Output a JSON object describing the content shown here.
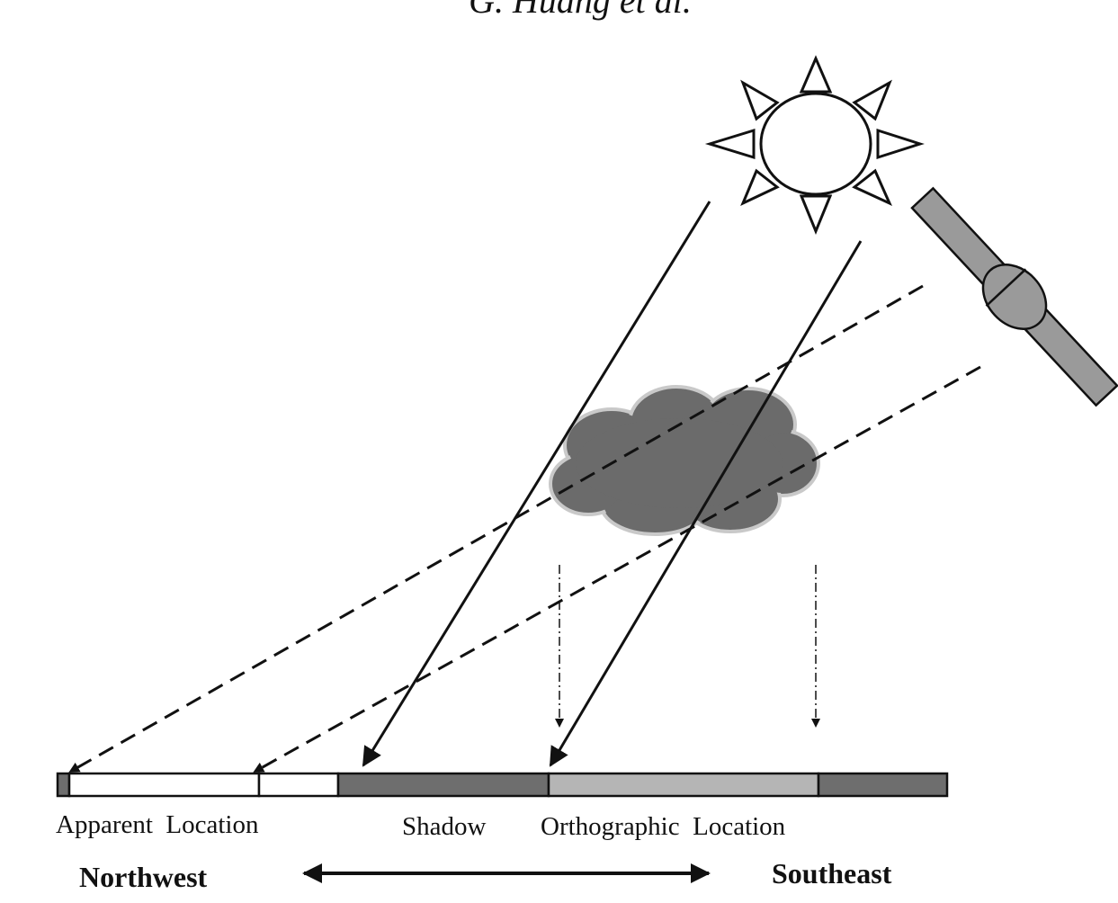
{
  "header": {
    "text": "G. Huang et al."
  },
  "ground_labels": {
    "apparent_location": "Apparent  Location",
    "shadow": "Shadow",
    "orthographic_location": "Orthographic  Location"
  },
  "directions": {
    "west": "Northwest",
    "east": "Southeast"
  },
  "colors": {
    "ink": "#111111",
    "cloud": "#6b6b6b",
    "cloud_edge": "#c9c9c9",
    "shadow_strip": "#6e6e6e",
    "orthographic_strip": "#b5b5b5",
    "satellite": "#9a9a9a",
    "apparent_strip": "#ffffff"
  },
  "icons": {
    "sun": "sun-icon",
    "satellite": "satellite-icon",
    "cloud": "cloud-icon"
  }
}
